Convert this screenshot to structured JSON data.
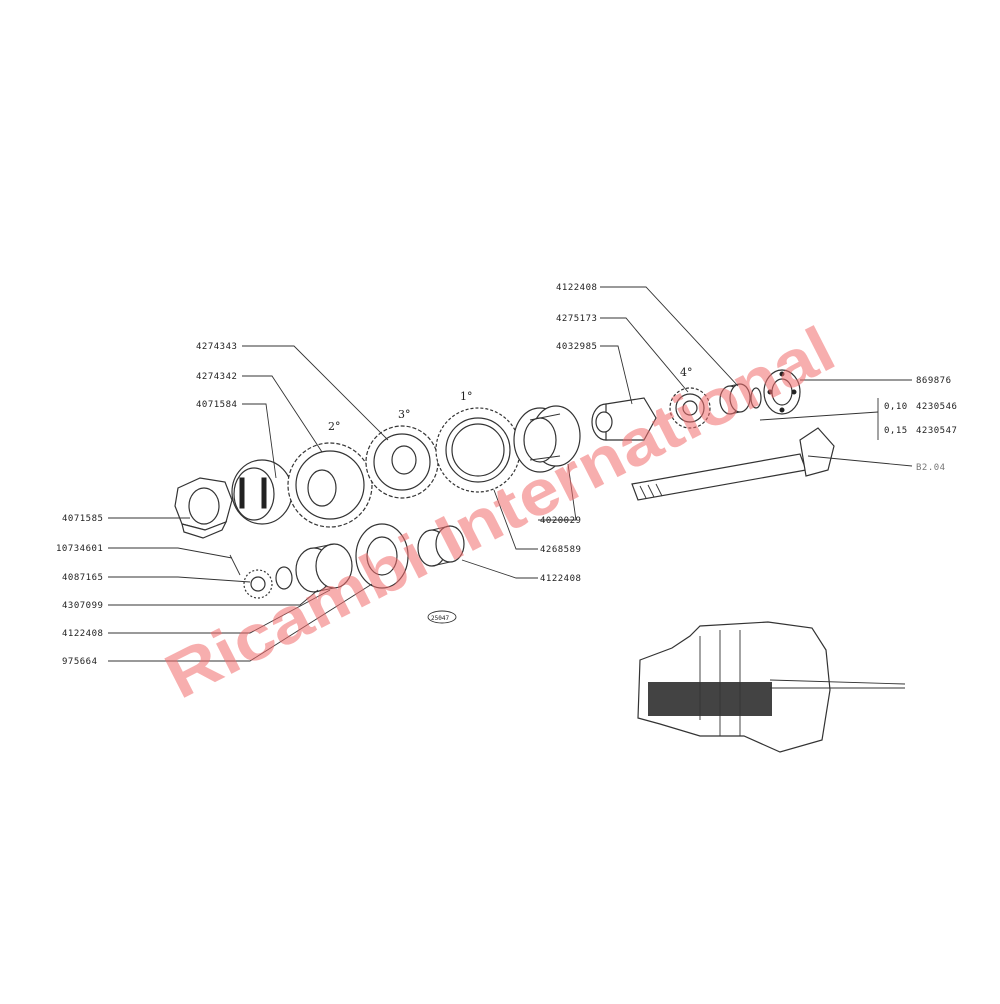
{
  "labels": {
    "left": [
      {
        "id": "l1",
        "text": "4274343"
      },
      {
        "id": "l2",
        "text": "4274342"
      },
      {
        "id": "l3",
        "text": "4071584"
      },
      {
        "id": "l4",
        "text": "4071585"
      },
      {
        "id": "l5",
        "text": "10734601"
      },
      {
        "id": "l6",
        "text": "4087165"
      },
      {
        "id": "l7",
        "text": "4307099"
      },
      {
        "id": "l8",
        "text": "4122408"
      },
      {
        "id": "l9",
        "text": "975664"
      }
    ],
    "top": [
      {
        "id": "t1",
        "text": "4122408"
      },
      {
        "id": "t2",
        "text": "4275173"
      },
      {
        "id": "t3",
        "text": "4032985"
      }
    ],
    "right": [
      {
        "id": "r1",
        "text": "869876"
      },
      {
        "id": "r2a_prefix",
        "text": "0,10"
      },
      {
        "id": "r2a",
        "text": "4230546"
      },
      {
        "id": "r2b_prefix",
        "text": "0,15"
      },
      {
        "id": "r2b",
        "text": "4230547"
      },
      {
        "id": "r3",
        "text": "B2.04"
      }
    ],
    "bottom": [
      {
        "id": "b1",
        "text": "4020029"
      },
      {
        "id": "b2",
        "text": "4268589"
      },
      {
        "id": "b3",
        "text": "4122408"
      }
    ],
    "gears": [
      {
        "id": "g2",
        "text": "2°"
      },
      {
        "id": "g3",
        "text": "3°"
      },
      {
        "id": "g1",
        "text": "1°"
      },
      {
        "id": "g4",
        "text": "4°"
      }
    ],
    "figure_number": "25047"
  },
  "watermark": {
    "text": "Ricambi International",
    "color": "#f26d6d"
  }
}
